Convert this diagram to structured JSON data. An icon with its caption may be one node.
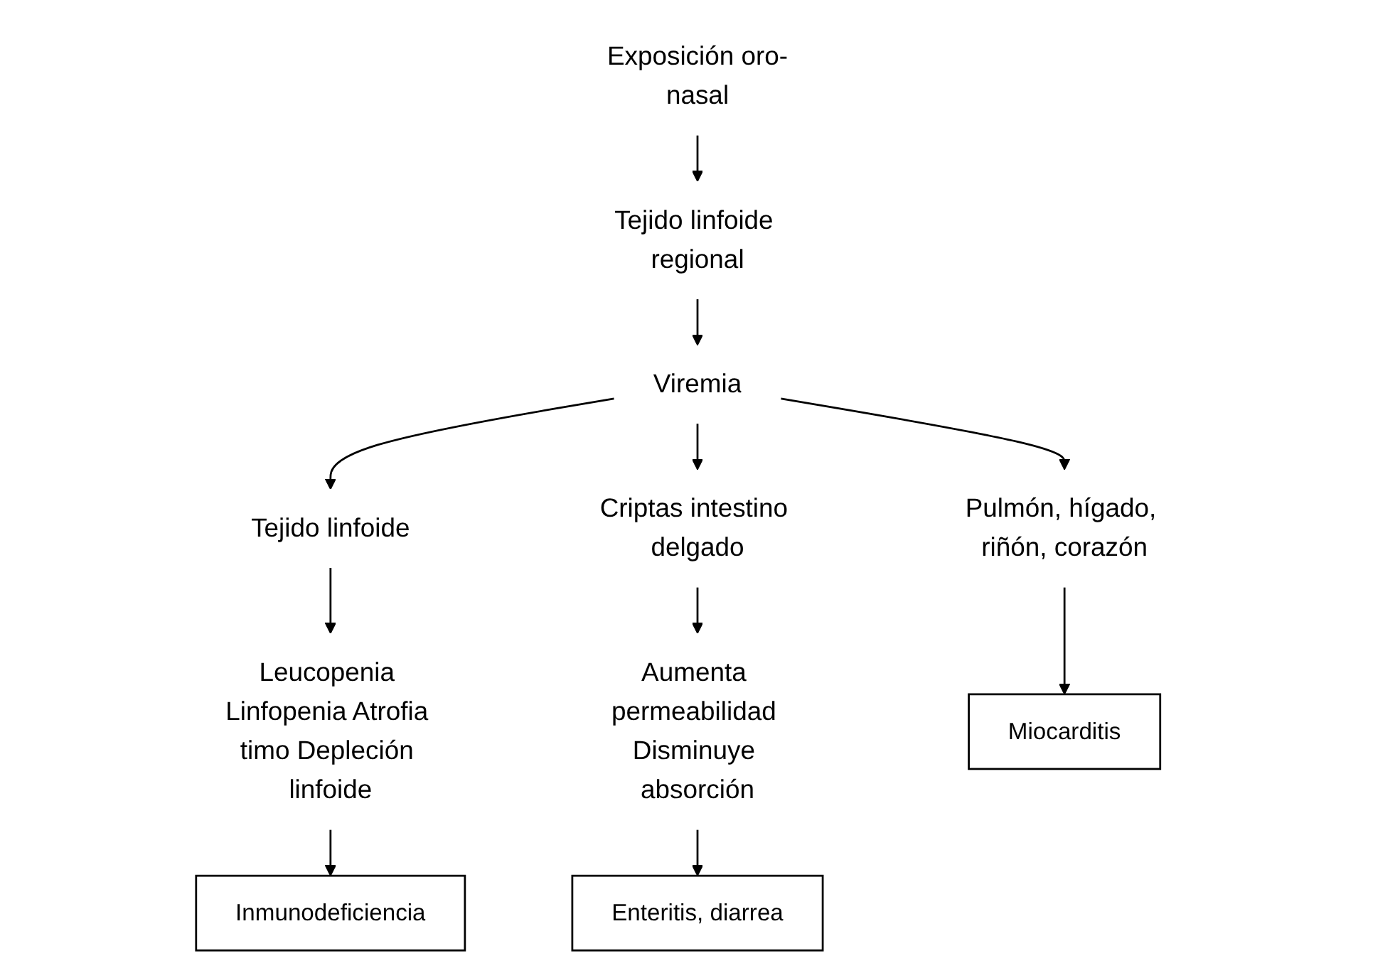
{
  "diagram": {
    "nodes": [
      {
        "text": [
          "Exposición oro-nasal"
        ]
      },
      {
        "text": [
          "Tejido linfoide regional"
        ]
      },
      {
        "text": [
          "Viremia"
        ]
      },
      {
        "text": [
          "Tejido linfoide"
        ]
      },
      {
        "text": [
          "Criptas intestino delgado"
        ]
      },
      {
        "text": [
          "Pulmón, hígado, riñón, corazón"
        ]
      },
      {
        "text": [
          "Leucopenia Linfopenia Atrofia timo Depleción linfoide"
        ]
      },
      {
        "text": [
          "Aumenta permeabilidad Disminuye absorción"
        ]
      },
      {
        "text": [
          "Miocarditis"
        ]
      },
      {
        "text": [
          "Inmunodeficiencia"
        ]
      },
      {
        "text": [
          "Enteritis, diarrea"
        ]
      }
    ],
    "edges": [
      {
        "from": 0,
        "to": 1,
        "arrow": "to"
      },
      {
        "from": 1,
        "to": 2,
        "arrow": "to"
      },
      {
        "from": 2,
        "to": 3,
        "arrow": "to"
      },
      {
        "from": 2,
        "to": 4,
        "arrow": "to"
      },
      {
        "from": 2,
        "to": 5,
        "arrow": "to"
      },
      {
        "from": 3,
        "to": 6,
        "arrow": "to"
      },
      {
        "from": 4,
        "to": 7,
        "arrow": "to"
      },
      {
        "from": 5,
        "to": 8,
        "arrow": "to"
      },
      {
        "from": 6,
        "to": 9,
        "arrow": "to"
      },
      {
        "from": 7,
        "to": 10,
        "arrow": "to"
      }
    ]
  }
}
